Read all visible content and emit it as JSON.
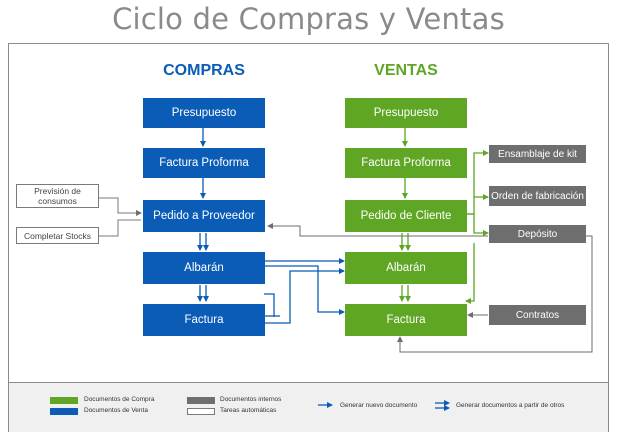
{
  "title": "Ciclo de Compras y Ventas",
  "compras": {
    "heading": "COMPRAS",
    "presupuesto": "Presupuesto",
    "factura_proforma": "Factura Proforma",
    "pedido": "Pedido a Proveedor",
    "albaran": "Albarán",
    "factura": "Factura"
  },
  "ventas": {
    "heading": "VENTAS",
    "presupuesto": "Presupuesto",
    "factura_proforma": "Factura Proforma",
    "pedido": "Pedido de Cliente",
    "albaran": "Albarán",
    "factura": "Factura"
  },
  "internos": {
    "ensamblaje": "Ensamblaje de kit",
    "orden": "Orden de fabricación",
    "deposito": "Depósito",
    "contratos": "Contratos"
  },
  "automaticas": {
    "prevision": "Previsión de consumos",
    "completar": "Completar Stocks"
  },
  "legend": {
    "compra": "Documentos de Compra",
    "venta": "Documentos de Venta",
    "internos": "Documentos internos",
    "automaticas": "Tareas automáticas",
    "nuevo": "Generar nuevo documento",
    "partir": "Generar documentos a partir de otros"
  },
  "colors": {
    "blue": "#0b5cb6",
    "green": "#5ea623",
    "gray": "#6e6e6e",
    "title": "#8a8a8a"
  }
}
